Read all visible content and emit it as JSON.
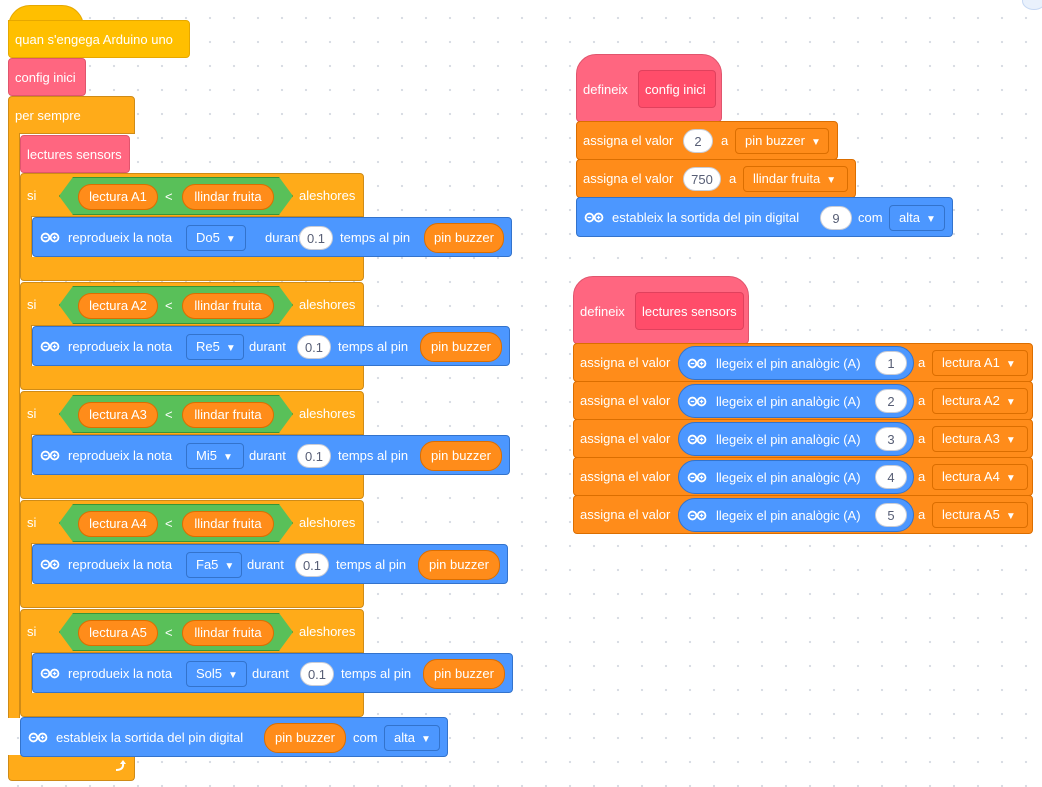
{
  "script_main": {
    "hat_label": "quan s'engega Arduino uno",
    "config_call": "config inici",
    "forever_label": "per sempre",
    "readings_call": "lectures sensors",
    "if_blocks": [
      {
        "if": "si",
        "reading": "lectura A1",
        "op": "<",
        "threshold": "llindar fruita",
        "then": "aleshores",
        "play": "reprodueix la nota",
        "note": "Do5",
        "during": "durant",
        "duration": "0.1",
        "time_at_pin": "temps al pin",
        "pin": "pin buzzer"
      },
      {
        "if": "si",
        "reading": "lectura A2",
        "op": "<",
        "threshold": "llindar fruita",
        "then": "aleshores",
        "play": "reprodueix la nota",
        "note": "Re5",
        "during": "durant",
        "duration": "0.1",
        "time_at_pin": "temps al pin",
        "pin": "pin buzzer"
      },
      {
        "if": "si",
        "reading": "lectura A3",
        "op": "<",
        "threshold": "llindar fruita",
        "then": "aleshores",
        "play": "reprodueix la nota",
        "note": "Mi5",
        "during": "durant",
        "duration": "0.1",
        "time_at_pin": "temps al pin",
        "pin": "pin buzzer"
      },
      {
        "if": "si",
        "reading": "lectura A4",
        "op": "<",
        "threshold": "llindar fruita",
        "then": "aleshores",
        "play": "reprodueix la nota",
        "note": "Fa5",
        "during": "durant",
        "duration": "0.1",
        "time_at_pin": "temps al pin",
        "pin": "pin buzzer"
      },
      {
        "if": "si",
        "reading": "lectura A5",
        "op": "<",
        "threshold": "llindar fruita",
        "then": "aleshores",
        "play": "reprodueix la nota",
        "note": "Sol5",
        "during": "durant",
        "duration": "0.1",
        "time_at_pin": "temps al pin",
        "pin": "pin buzzer"
      }
    ],
    "digital_out": {
      "label": "estableix la sortida del pin digital",
      "pin": "pin buzzer",
      "com": "com",
      "value": "alta"
    }
  },
  "script_config": {
    "define": "defineix",
    "name": "config inici",
    "assign1": {
      "label": "assigna el valor",
      "value": "2",
      "a": "a",
      "var": "pin buzzer"
    },
    "assign2": {
      "label": "assigna el valor",
      "value": "750",
      "a": "a",
      "var": "llindar fruita"
    },
    "digital_out": {
      "label": "estableix la sortida del pin digital",
      "pin": "9",
      "com": "com",
      "value": "alta"
    }
  },
  "script_sensors": {
    "define": "defineix",
    "name": "lectures sensors",
    "rows": [
      {
        "label": "assigna el valor",
        "read": "llegeix el pin analògic (A)",
        "pin": "1",
        "a": "a",
        "var": "lectura A1"
      },
      {
        "label": "assigna el valor",
        "read": "llegeix el pin analògic (A)",
        "pin": "2",
        "a": "a",
        "var": "lectura A2"
      },
      {
        "label": "assigna el valor",
        "read": "llegeix el pin analògic (A)",
        "pin": "3",
        "a": "a",
        "var": "lectura A3"
      },
      {
        "label": "assigna el valor",
        "read": "llegeix el pin analògic (A)",
        "pin": "4",
        "a": "a",
        "var": "lectura A4"
      },
      {
        "label": "assigna el valor",
        "read": "llegeix el pin analògic (A)",
        "pin": "5",
        "a": "a",
        "var": "lectura A5"
      }
    ]
  },
  "icons": {
    "arduino": "arduino-infinity-icon",
    "loop": "loop-arrow-icon",
    "dropdown": "dropdown-triangle-icon"
  },
  "colors": {
    "hat": "#ffbf00",
    "control": "#ffab19",
    "my_blocks": "#ff6680",
    "variables": "#ff8c1a",
    "arduino": "#4c97ff",
    "operators": "#59c059"
  }
}
